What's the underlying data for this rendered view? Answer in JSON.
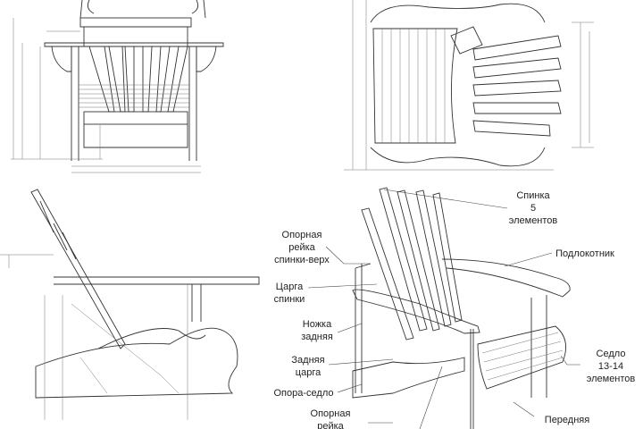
{
  "title": "Adirondack chair drawings",
  "views": [
    "front",
    "top",
    "side",
    "perspective"
  ],
  "labels": {
    "back": [
      "Спинка",
      "5",
      "элементов"
    ],
    "top_back_rail": [
      "Опорная",
      "рейка",
      "спинки-верх"
    ],
    "armrest": [
      "Подлокотник"
    ],
    "back_apron": [
      "Царга",
      "спинки"
    ],
    "rear_leg": [
      "Ножка",
      "задняя"
    ],
    "rear_apron": [
      "Задняя",
      "царга"
    ],
    "seat_support": [
      "Опора-седло"
    ],
    "support_rail": [
      "Опорная",
      "рейка"
    ],
    "seat": [
      "Седло",
      "13-14",
      "элементов"
    ],
    "front": [
      "Передняя"
    ]
  }
}
